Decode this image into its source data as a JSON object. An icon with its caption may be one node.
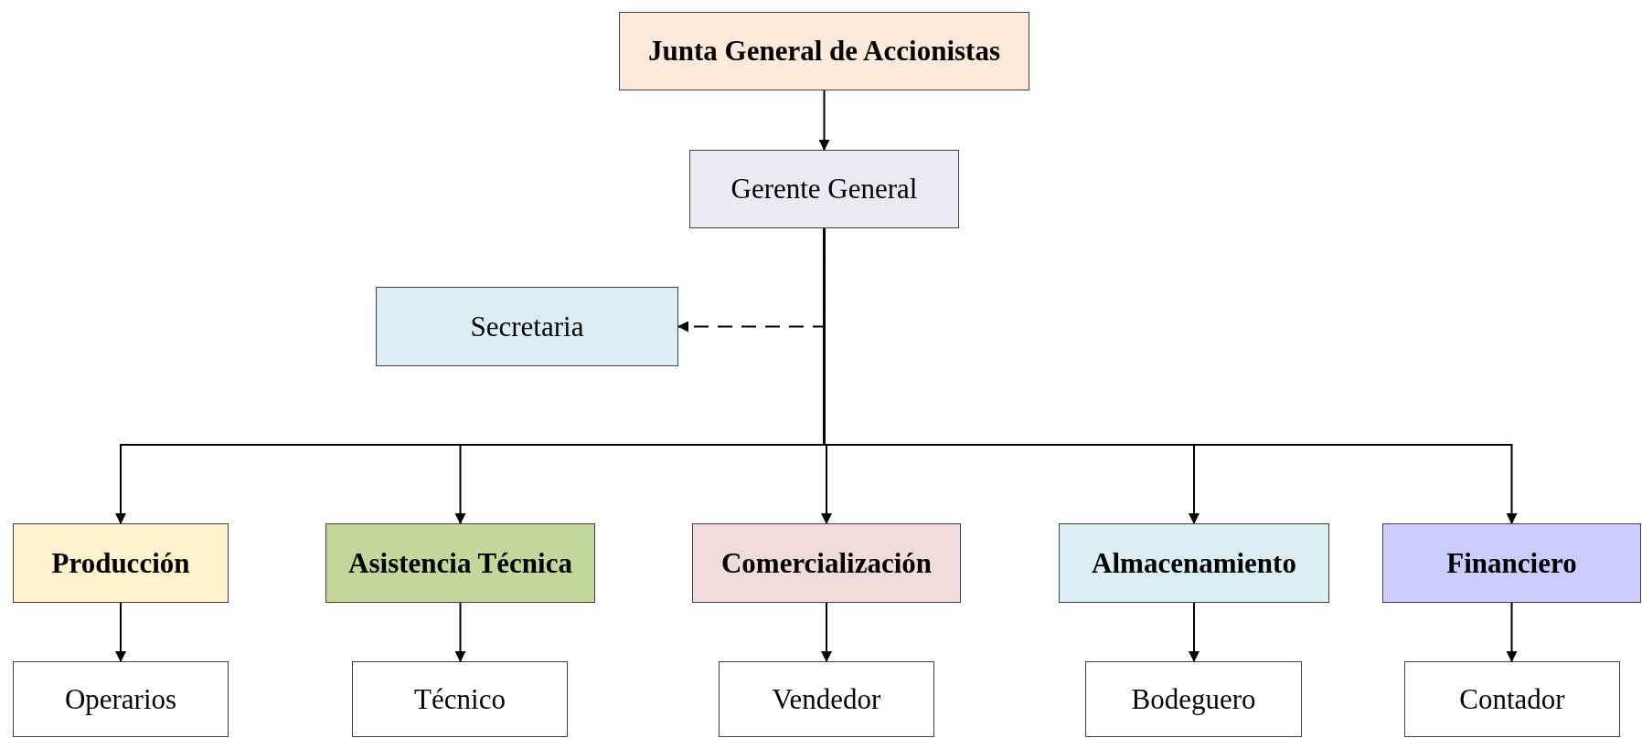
{
  "diagram": {
    "nodes": [
      {
        "text": [
          "Junta General de Accionistas"
        ]
      },
      {
        "text": [
          "Gerente General"
        ]
      },
      {
        "text": [
          "Secretaria"
        ]
      },
      {
        "text": [
          "Producción"
        ]
      },
      {
        "text": [
          "Asistencia Técnica"
        ]
      },
      {
        "text": [
          "Comercialización"
        ]
      },
      {
        "text": [
          "Almacenamiento"
        ]
      },
      {
        "text": [
          "Financiero"
        ]
      },
      {
        "text": [
          "Operarios"
        ]
      },
      {
        "text": [
          "Técnico"
        ]
      },
      {
        "text": [
          "Vendedor"
        ]
      },
      {
        "text": [
          "Bodeguero"
        ]
      },
      {
        "text": [
          "Contador"
        ]
      }
    ],
    "edges": [
      {
        "from": 0,
        "to": 1,
        "arrow": "to"
      },
      {
        "from": 1,
        "to": 2,
        "arrow": "to",
        "style": "dashed"
      },
      {
        "from": 1,
        "to": 3,
        "arrow": "to"
      },
      {
        "from": 1,
        "to": 4,
        "arrow": "to"
      },
      {
        "from": 1,
        "to": 5,
        "arrow": "to"
      },
      {
        "from": 1,
        "to": 6,
        "arrow": "to"
      },
      {
        "from": 1,
        "to": 7,
        "arrow": "to"
      },
      {
        "from": 3,
        "to": 8,
        "arrow": "to"
      },
      {
        "from": 4,
        "to": 9,
        "arrow": "to"
      },
      {
        "from": 5,
        "to": 10,
        "arrow": "to"
      },
      {
        "from": 6,
        "to": 11,
        "arrow": "to"
      },
      {
        "from": 7,
        "to": 12,
        "arrow": "to"
      }
    ]
  }
}
